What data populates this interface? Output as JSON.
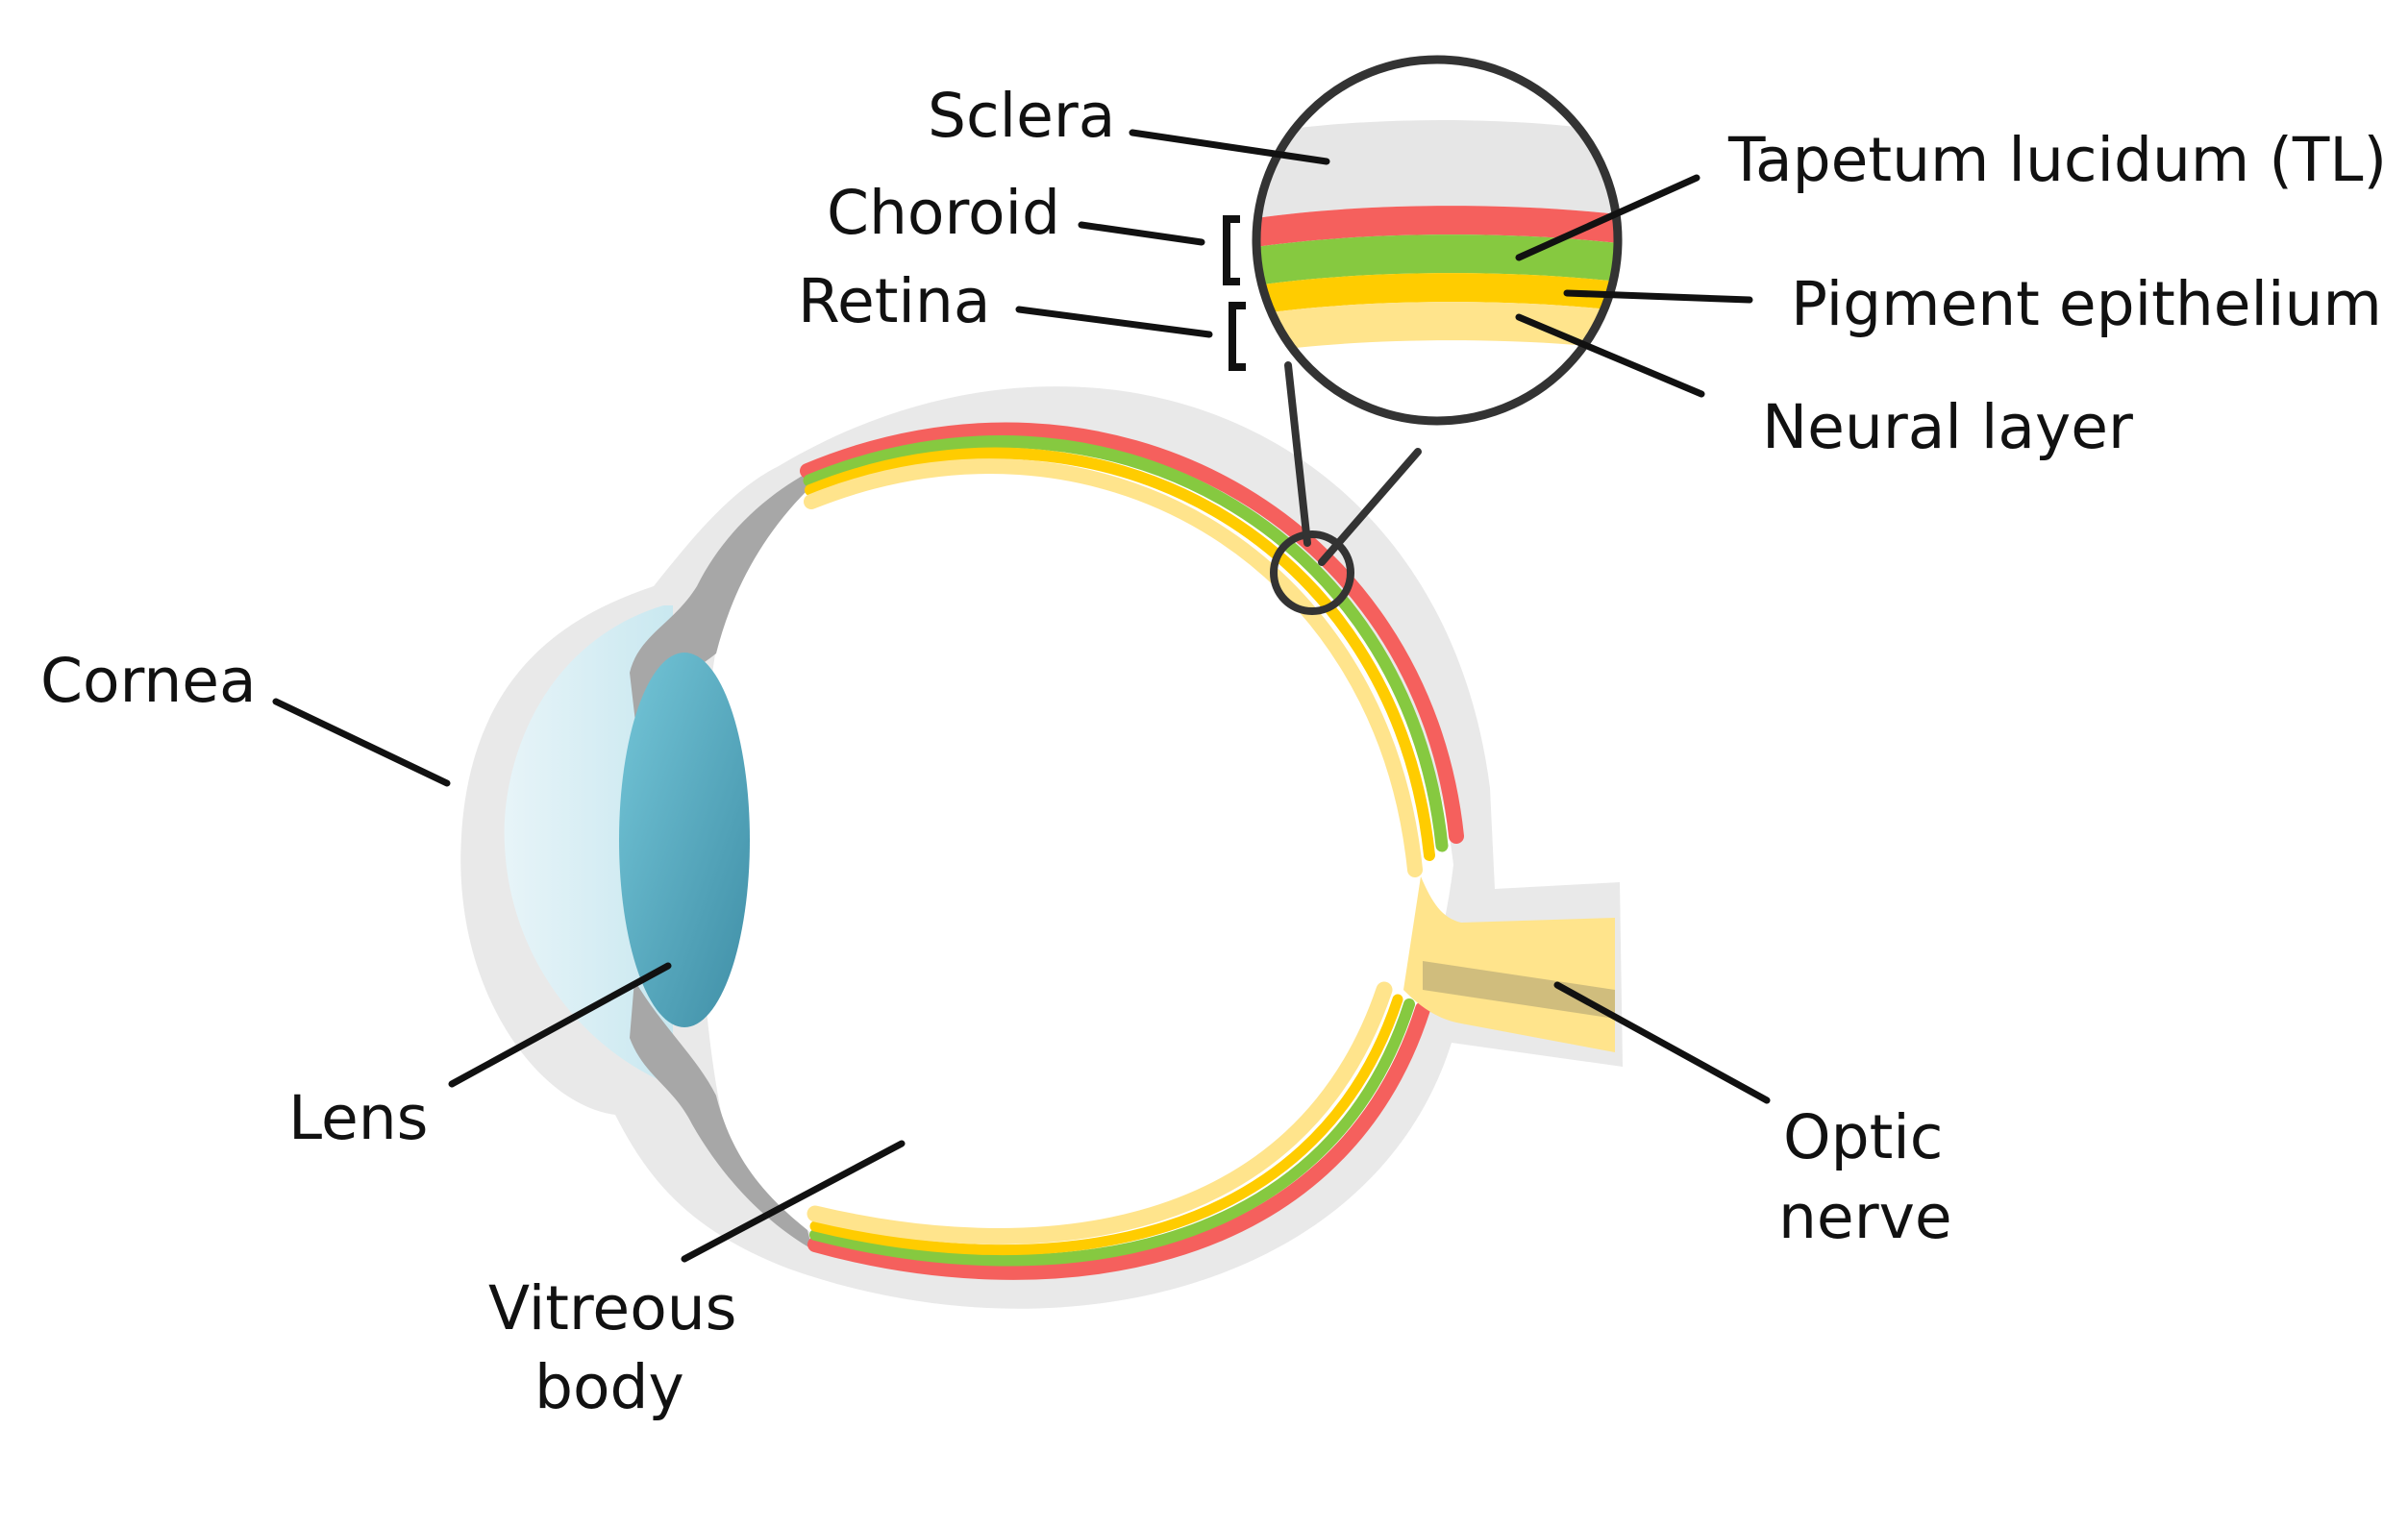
{
  "labels": {
    "sclera": "Sclera",
    "choroid": "Choroid",
    "retina": "Retina",
    "tapetum": "Tapetum lucidum (TL)",
    "pigment": "Pigment epithelium",
    "neural": "Neural layer",
    "cornea": "Cornea",
    "lens": "Lens",
    "vitreous_line1": "Vitreous",
    "vitreous_line2": "body",
    "optic_line1": "Optic",
    "optic_line2": "nerve"
  },
  "colors": {
    "sclera": "#e6e6e6",
    "choroid_red": "#f5605d",
    "tapetum_green": "#86c940",
    "pigment_yellow": "#ffcc00",
    "neural_pale": "#ffe48c",
    "lens_blue": "#5bb4c9",
    "cornea_tint": "#dff1f6",
    "outline": "#333333"
  }
}
